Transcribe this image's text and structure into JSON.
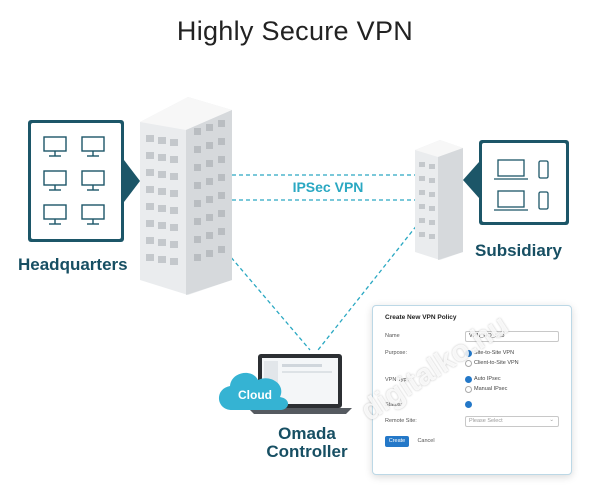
{
  "title": "Highly Secure VPN",
  "link_label": "IPSec VPN",
  "nodes": {
    "headquarters": "Headquarters",
    "subsidiary": "Subsidiary",
    "controller_line1": "Omada",
    "controller_line2": "Controller",
    "cloud": "Cloud"
  },
  "policy_panel": {
    "title": "Create New VPN Policy",
    "name_label": "Name",
    "name_value": "VPN_HQ_Sub",
    "purpose_label": "Purpose:",
    "purpose_options": [
      "Site-to-Site VPN",
      "Client-to-Site VPN"
    ],
    "vpn_type_label": "VPN Type:",
    "vpn_type_options": [
      "Auto IPsec",
      "Manual IPsec"
    ],
    "status_label": "Status:",
    "remote_site_label": "Remote Site:",
    "remote_site_placeholder": "Please Select",
    "create_button": "Create",
    "cancel_button": "Cancel"
  },
  "watermark": "digitalko.hu",
  "colors": {
    "accent_teal": "#2aa8c2",
    "label_dark_teal": "#174f63",
    "panel_dark_teal": "#1c5668",
    "cloud_blue": "#35b3d3",
    "button_blue": "#2478c8"
  },
  "icons": [
    "desktop-icon",
    "laptop-icon",
    "phone-icon",
    "cloud-icon",
    "building-icon"
  ]
}
